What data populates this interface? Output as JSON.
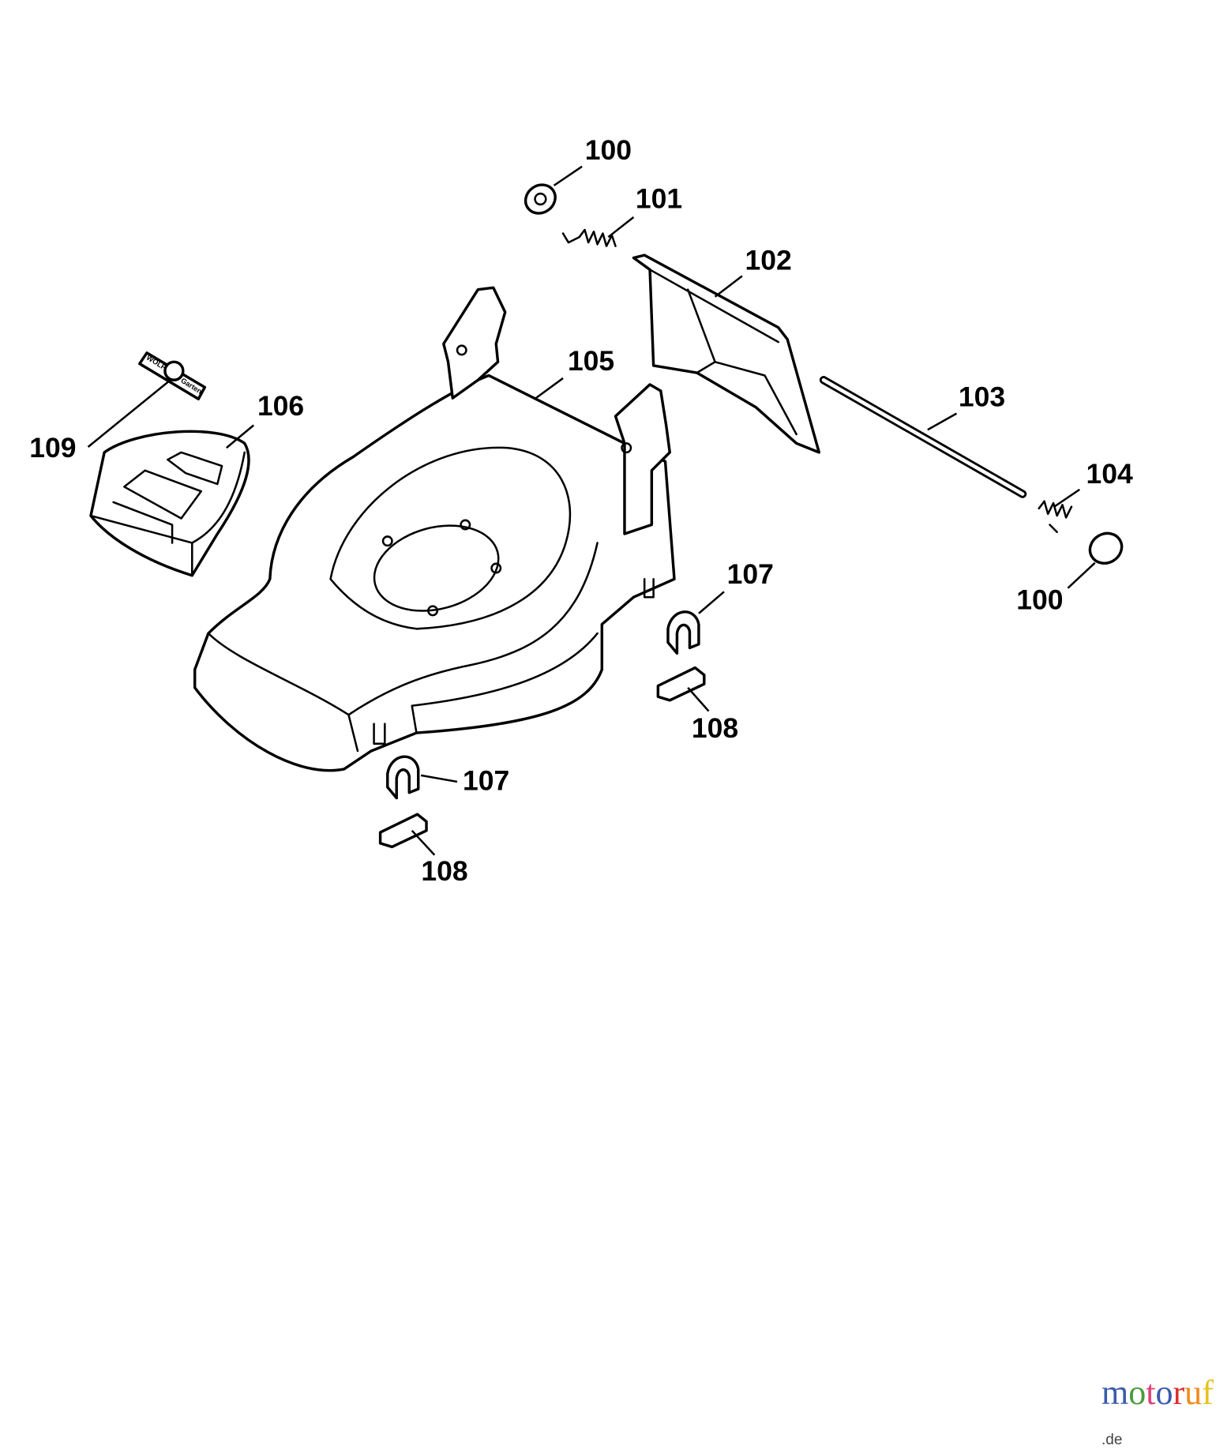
{
  "diagram": {
    "labels": {
      "p100a": "100",
      "p101": "101",
      "p102": "102",
      "p103": "103",
      "p104": "104",
      "p100b": "100",
      "p105": "105",
      "p106": "106",
      "p109": "109",
      "p107a": "107",
      "p108a": "108",
      "p107b": "107",
      "p108b": "108"
    },
    "decal_text": [
      "WOLF",
      "Garten"
    ]
  },
  "watermark": {
    "letters": [
      "m",
      "o",
      "t",
      "o",
      "r",
      "u",
      "f"
    ],
    "colors": [
      "#3b5bab",
      "#4a9a3c",
      "#e0407a",
      "#3b5bab",
      "#d8302c",
      "#f08a1c",
      "#e8c21a"
    ],
    "suffix": ".de"
  }
}
